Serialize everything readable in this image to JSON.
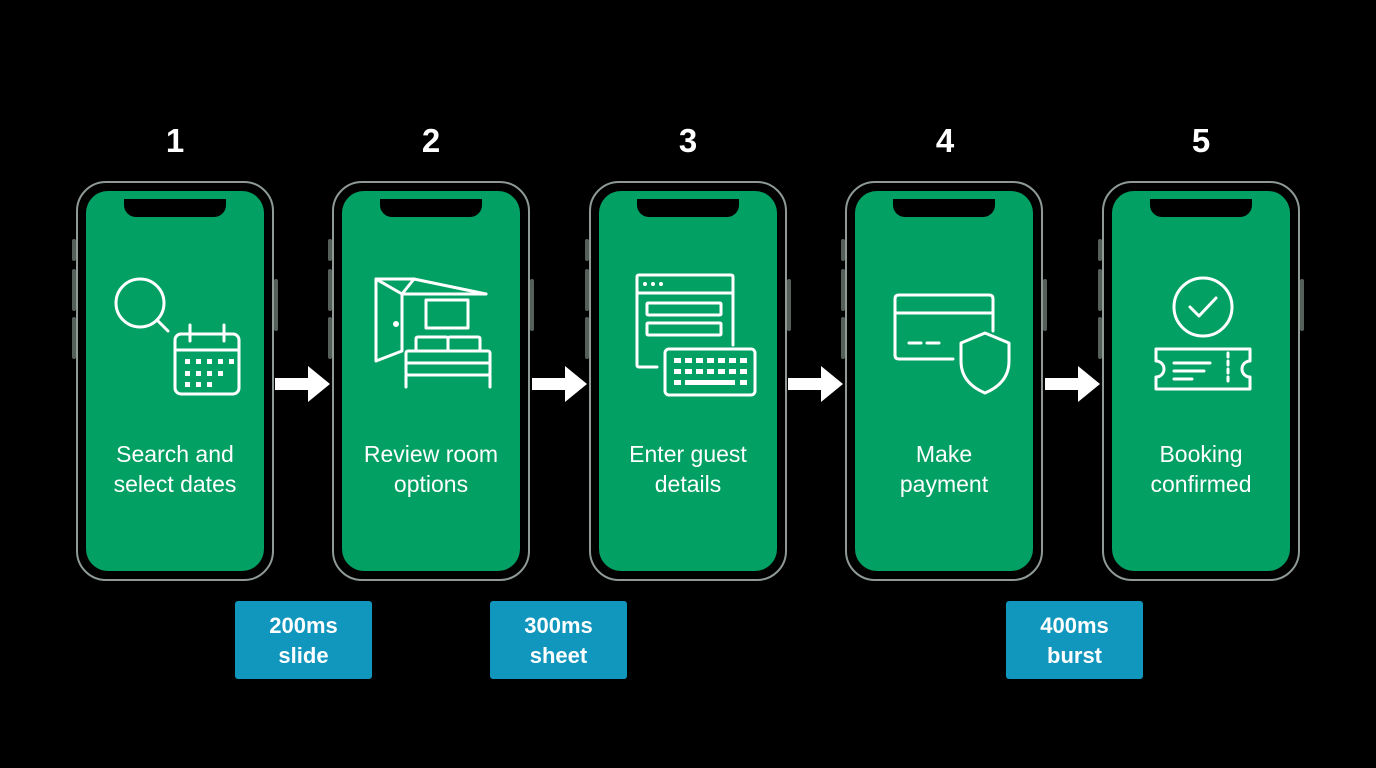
{
  "steps": [
    {
      "number": "1",
      "line1": "Search and",
      "line2": "select dates",
      "icon": "search-calendar-icon"
    },
    {
      "number": "2",
      "line1": "Review room",
      "line2": "options",
      "icon": "hotel-room-icon"
    },
    {
      "number": "3",
      "line1": "Enter guest",
      "line2": "details",
      "icon": "form-keyboard-icon"
    },
    {
      "number": "4",
      "line1": "Make",
      "line2": "payment",
      "icon": "card-shield-icon"
    },
    {
      "number": "5",
      "line1": "Booking",
      "line2": "confirmed",
      "icon": "check-ticket-icon"
    }
  ],
  "transitions": [
    {
      "duration": "200ms",
      "type": "slide"
    },
    {
      "duration": "300ms",
      "type": "sheet"
    },
    {
      "duration": "400ms",
      "type": "burst"
    }
  ],
  "colors": {
    "background": "#000000",
    "screen": "#03a064",
    "badge": "#1196bd",
    "icon_stroke": "#ffffff"
  }
}
